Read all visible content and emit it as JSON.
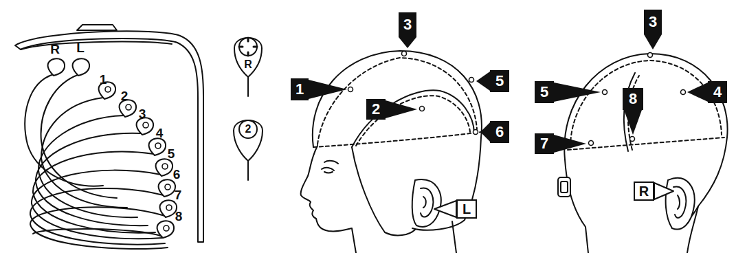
{
  "diagram": {
    "labels": [
      "R",
      "L",
      "1",
      "2",
      "3",
      "4",
      "5",
      "6",
      "7",
      "8",
      "R",
      "2",
      "3",
      "1",
      "2",
      "5",
      "6",
      "L",
      "3",
      "5",
      "8",
      "4",
      "7",
      "R"
    ]
  }
}
